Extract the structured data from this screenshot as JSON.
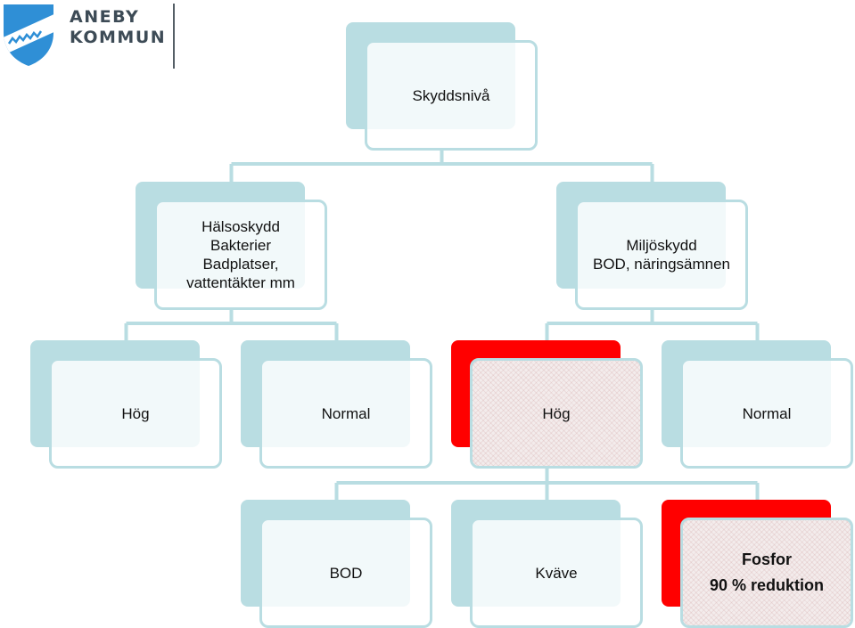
{
  "logo": {
    "line1": "ANEBY",
    "line2": "KOMMUN"
  },
  "nodes": {
    "root": {
      "lines": [
        "Skyddsnivå"
      ]
    },
    "health": {
      "lines": [
        "Hälsoskydd",
        "Bakterier",
        "Badplatser,",
        "vattentäkter mm"
      ]
    },
    "env": {
      "lines": [
        "Miljöskydd",
        "BOD, näringsämnen"
      ]
    },
    "health_high": {
      "lines": [
        "Hög"
      ]
    },
    "health_normal": {
      "lines": [
        "Normal"
      ]
    },
    "env_high": {
      "lines": [
        "Hög"
      ]
    },
    "env_normal": {
      "lines": [
        "Normal"
      ]
    },
    "bod": {
      "lines": [
        "BOD"
      ]
    },
    "kvave": {
      "lines": [
        "Kväve"
      ]
    },
    "fosfor": {
      "lines": [
        "Fosfor",
        "90 % reduktion"
      ]
    }
  },
  "colors": {
    "box": "#b9dde2",
    "highlight": "#ff0000",
    "connector": "#b9dde2",
    "logo_text": "#3d4b56"
  }
}
